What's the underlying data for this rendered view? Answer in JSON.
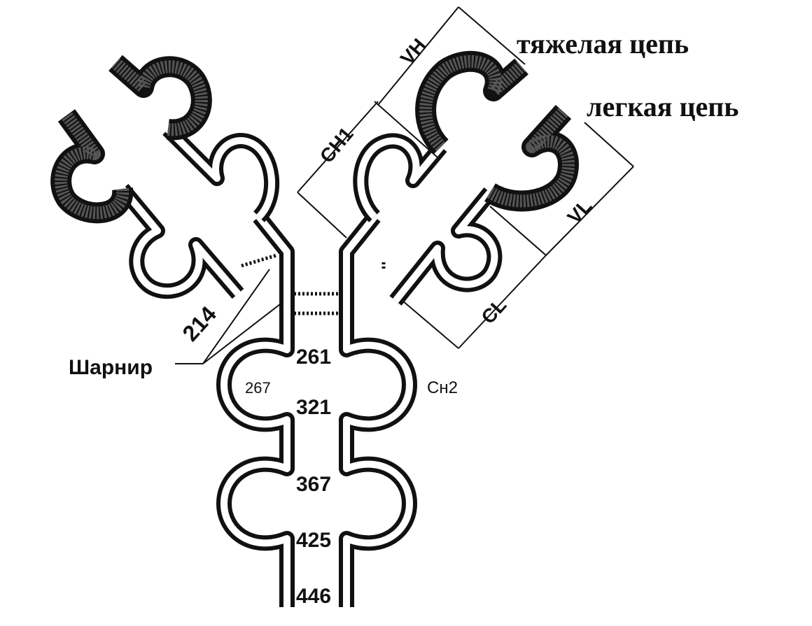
{
  "labels": {
    "heavy_chain": "тяжелая цепь",
    "light_chain": "легкая цепь",
    "hinge": "Шарнир",
    "vh": "VH",
    "ch1": "CH1",
    "vl": "VL",
    "cl": "CL",
    "ch2": "Cн2",
    "r214": "214",
    "r261": "261",
    "r267": "267",
    "r321": "321",
    "r367": "367",
    "r425": "425",
    "r446": "446"
  },
  "colors": {
    "ink": "#111111",
    "background": "#ffffff"
  }
}
